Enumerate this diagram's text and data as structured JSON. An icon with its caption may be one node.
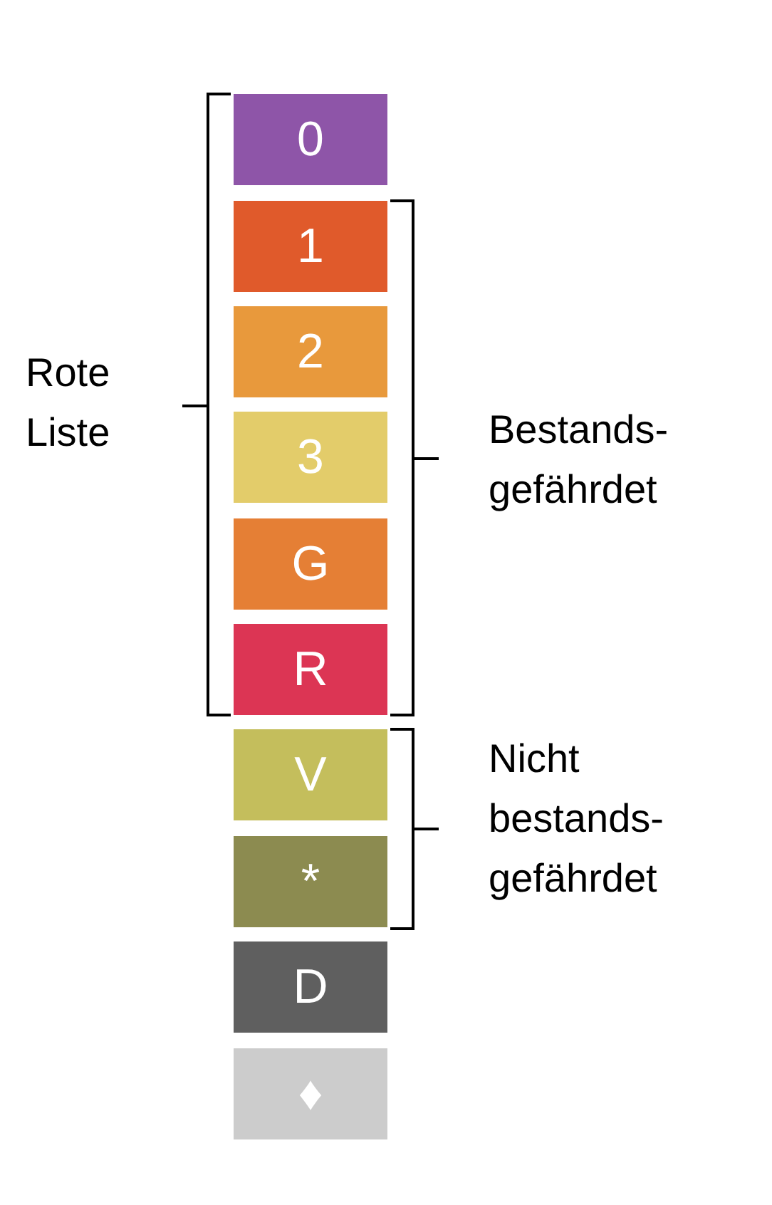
{
  "diagram": {
    "nodes": [
      {
        "text": [
          "0"
        ]
      },
      {
        "text": [
          "1"
        ]
      },
      {
        "text": [
          "2"
        ]
      },
      {
        "text": [
          "3"
        ]
      },
      {
        "text": [
          "G"
        ]
      },
      {
        "text": [
          "R"
        ]
      },
      {
        "text": [
          "V"
        ]
      },
      {
        "text": [
          "*"
        ]
      },
      {
        "text": [
          "D"
        ]
      },
      {
        "text": [
          "♦"
        ]
      }
    ],
    "labels": [
      "Rote Liste",
      "Bestands- gefährdet",
      "Nicht bestands- gefährdet"
    ]
  }
}
